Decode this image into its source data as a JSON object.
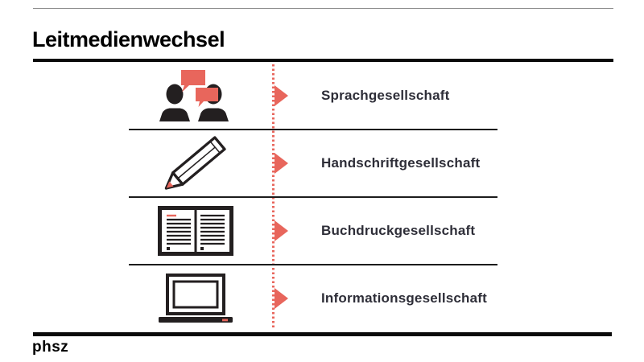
{
  "slide": {
    "title": "Leitmedienwechsel",
    "footer_logo": "phsz"
  },
  "colors": {
    "accent_red": "#e8665c",
    "icon_black": "#231f20",
    "label_text": "#2e2e38",
    "rule_black": "#0a0a0a",
    "thin_rule_gray": "#8f8f8f"
  },
  "diagram": {
    "rows": [
      {
        "icon": "conversation-icon",
        "label": "Sprachgesellschaft"
      },
      {
        "icon": "pencil-icon",
        "label": "Handschriftgesellschaft"
      },
      {
        "icon": "open-book-icon",
        "label": "Buchdruckgesellschaft"
      },
      {
        "icon": "laptop-icon",
        "label": "Informationsgesellschaft"
      }
    ]
  }
}
